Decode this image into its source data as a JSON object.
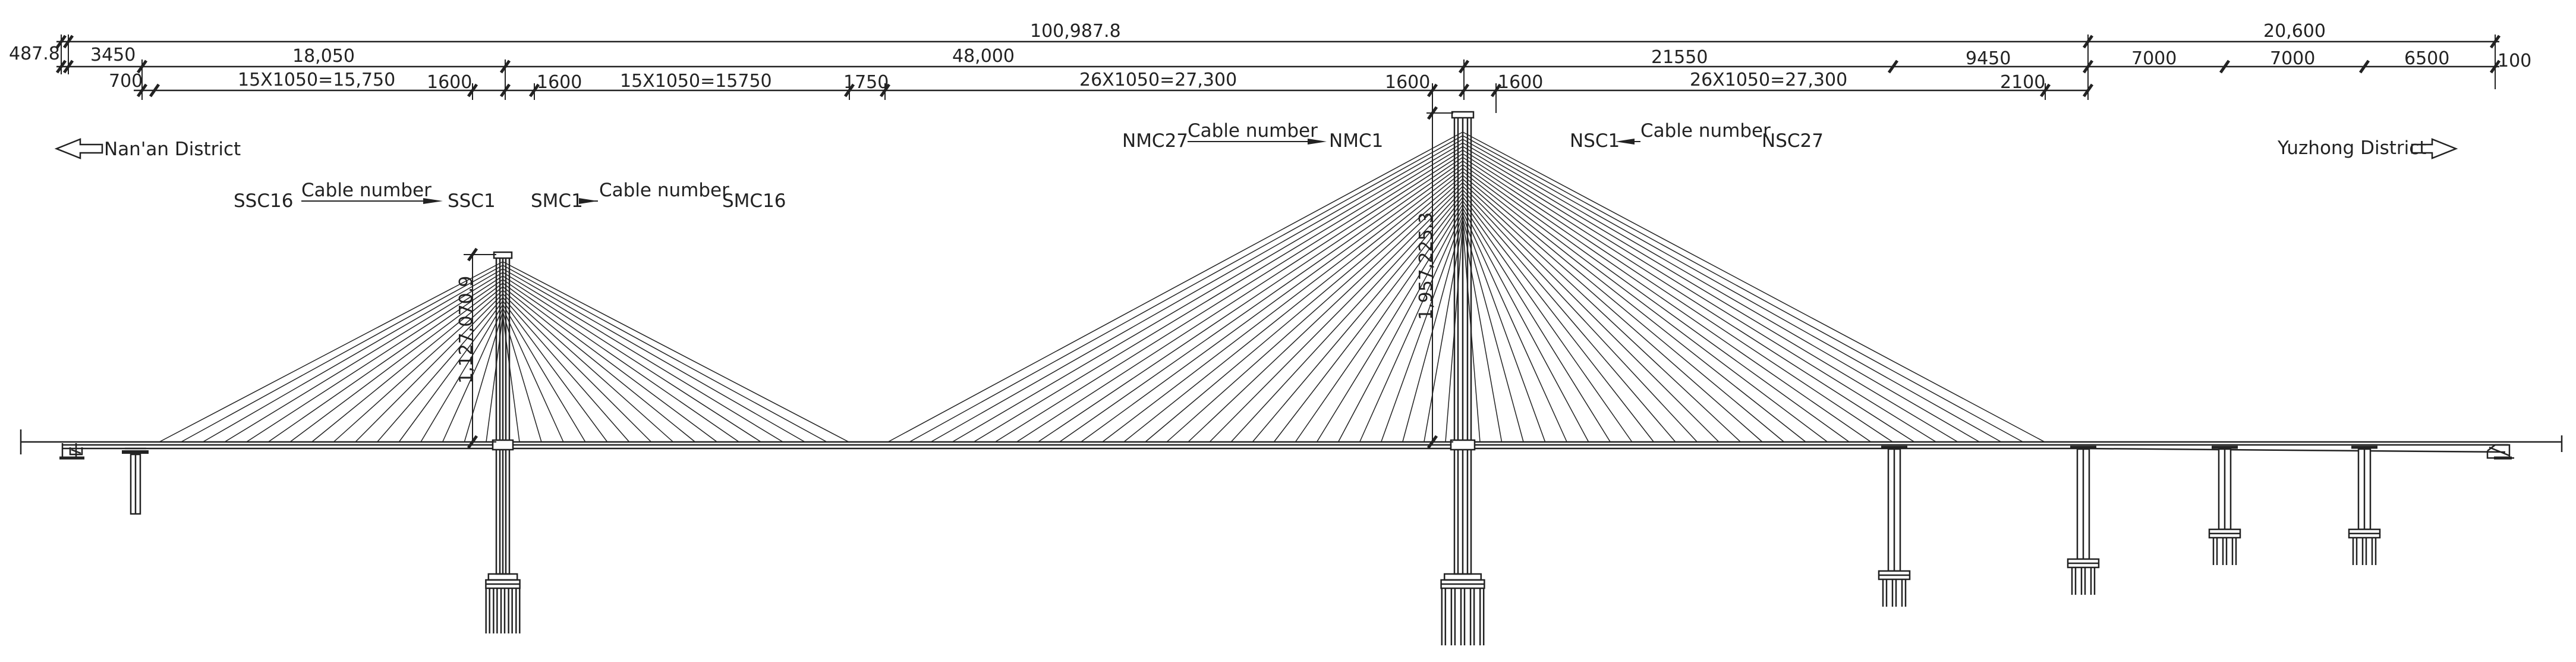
{
  "dimensions": {
    "row1": [
      {
        "text": "487.8"
      },
      {
        "text": "100,987.8"
      },
      {
        "text": "20,600"
      }
    ],
    "row2": [
      {
        "text": "3450"
      },
      {
        "text": "18,050"
      },
      {
        "text": "48,000"
      },
      {
        "text": "21550"
      },
      {
        "text": "9450"
      },
      {
        "text": "7000"
      },
      {
        "text": "7000"
      },
      {
        "text": "6500"
      },
      {
        "text": "100"
      }
    ],
    "row3": [
      {
        "text": "700"
      },
      {
        "text": "15X1050=15,750"
      },
      {
        "text": "1600"
      },
      {
        "text": "1600"
      },
      {
        "text": "15X1050=15750"
      },
      {
        "text": "1750"
      },
      {
        "text": "26X1050=27,300"
      },
      {
        "text": "1600"
      },
      {
        "text": "1600"
      },
      {
        "text": "26X1050=27,300"
      },
      {
        "text": "2100"
      }
    ],
    "tower_heights": [
      {
        "text": "1,127,070.9"
      },
      {
        "text": "1,957,225.3"
      }
    ]
  },
  "directions": {
    "left": "Nan'an District",
    "right": "Yuzhong District"
  },
  "cable_groups": [
    {
      "from": "SSC16",
      "caption": "Cable number",
      "to": "SSC1"
    },
    {
      "from": "SMC1",
      "caption": "Cable number",
      "to": "SMC16"
    },
    {
      "from": "NMC27",
      "caption": "Cable number",
      "to": "NMC1"
    },
    {
      "from": "NSC1",
      "caption": "Cable number",
      "to": "NSC27"
    }
  ],
  "structure": {
    "south_tower_cables_per_side": 16,
    "north_tower_cables_per_side": 27,
    "approach_piers": 4
  }
}
